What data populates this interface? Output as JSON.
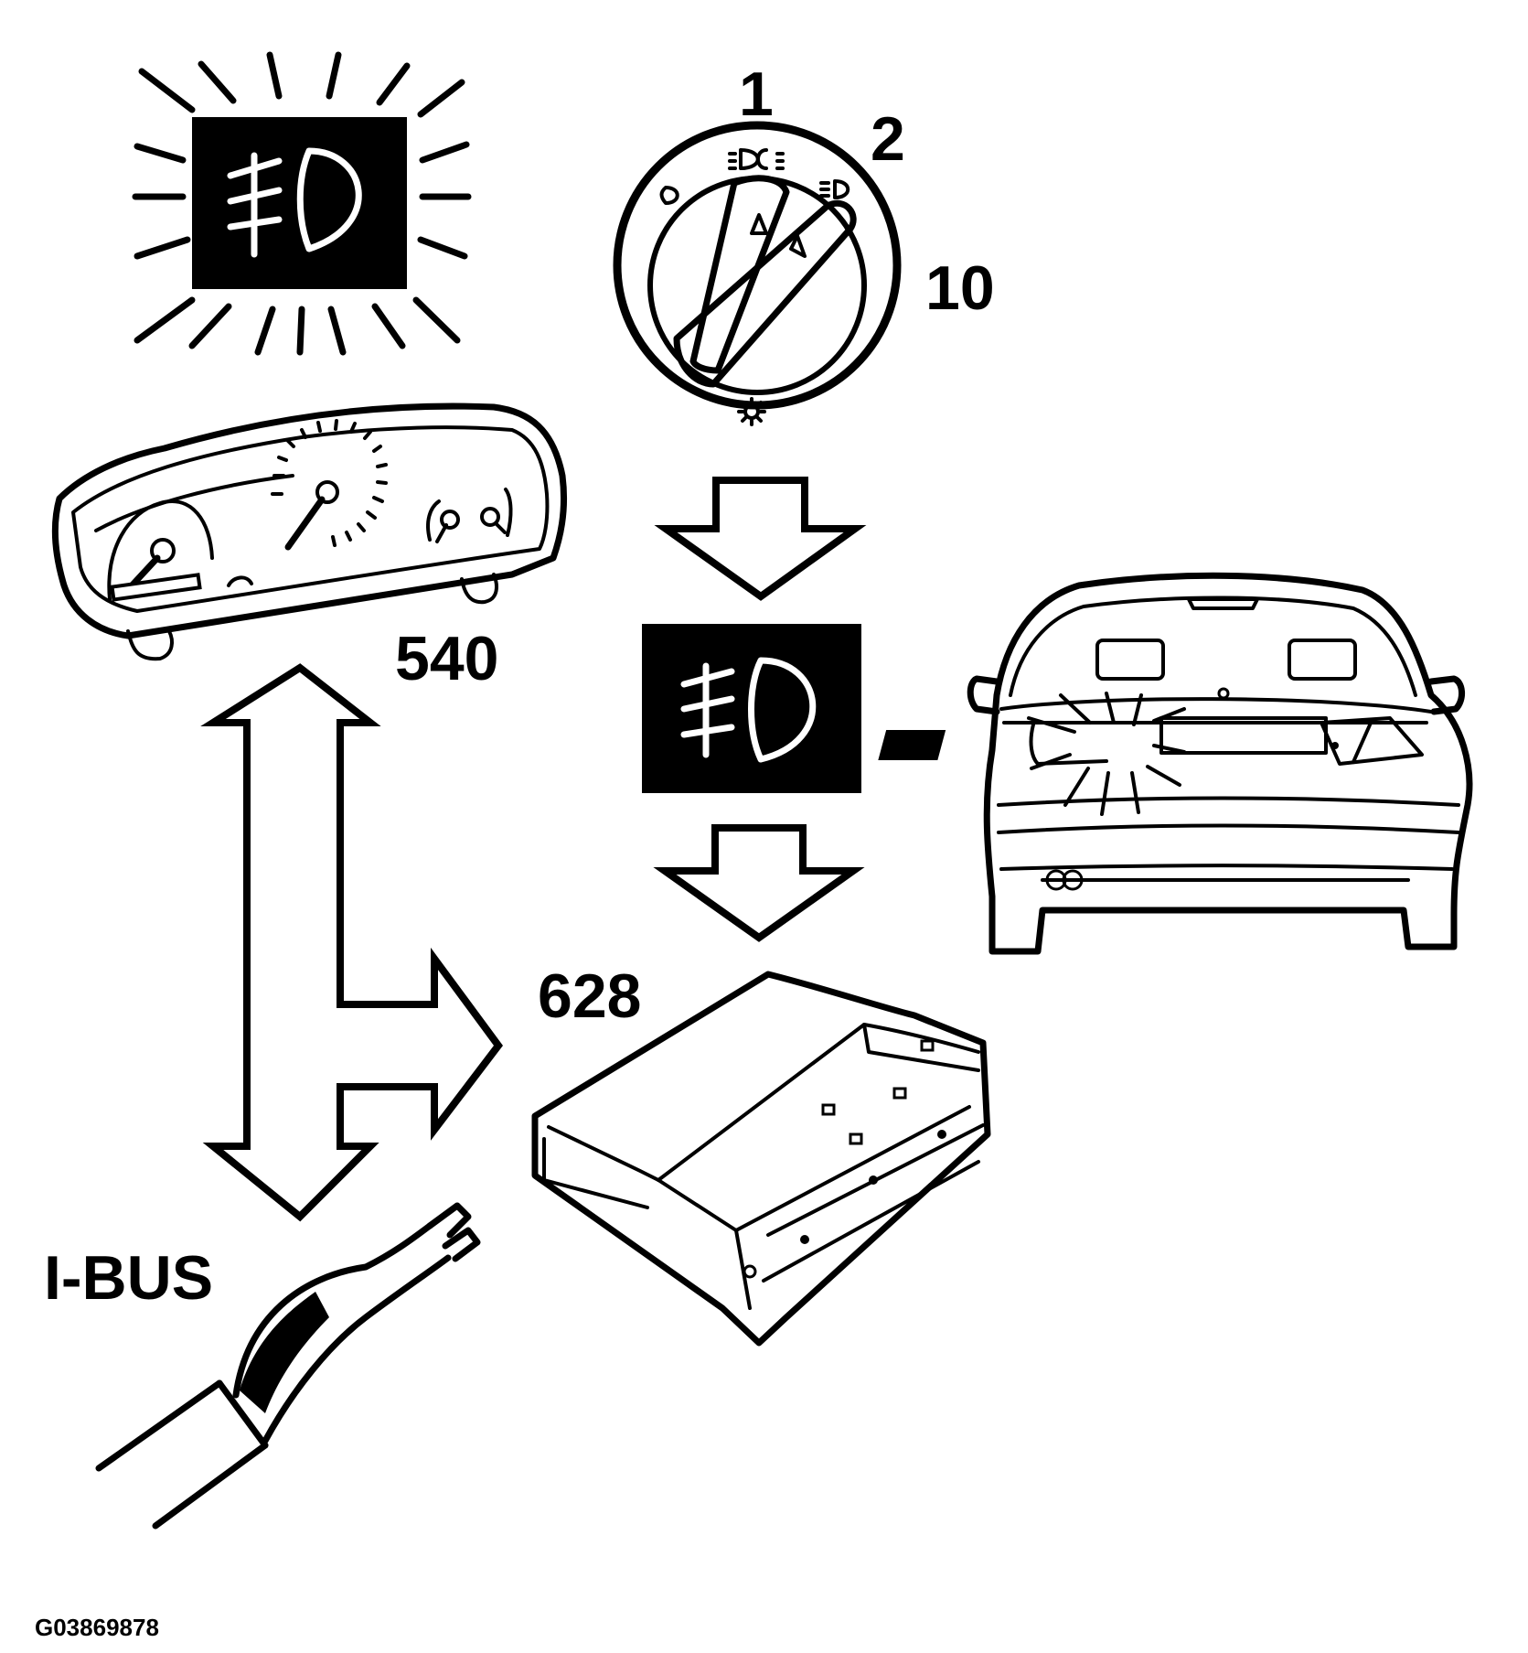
{
  "labels": {
    "switch_pos_1": "1",
    "switch_pos_2": "2",
    "switch_ref": "10",
    "cluster_ref": "540",
    "module_ref": "628",
    "bus": "I-BUS",
    "figure_id": "G03869878"
  },
  "colors": {
    "ink": "#000000",
    "paper": "#ffffff"
  },
  "icons": [
    "rear-fog-lamp-warning-icon",
    "light-switch-dial",
    "instrument-cluster",
    "rear-fog-lamp-indicator-icon",
    "control-module",
    "bus-connector",
    "car-rear-view"
  ]
}
